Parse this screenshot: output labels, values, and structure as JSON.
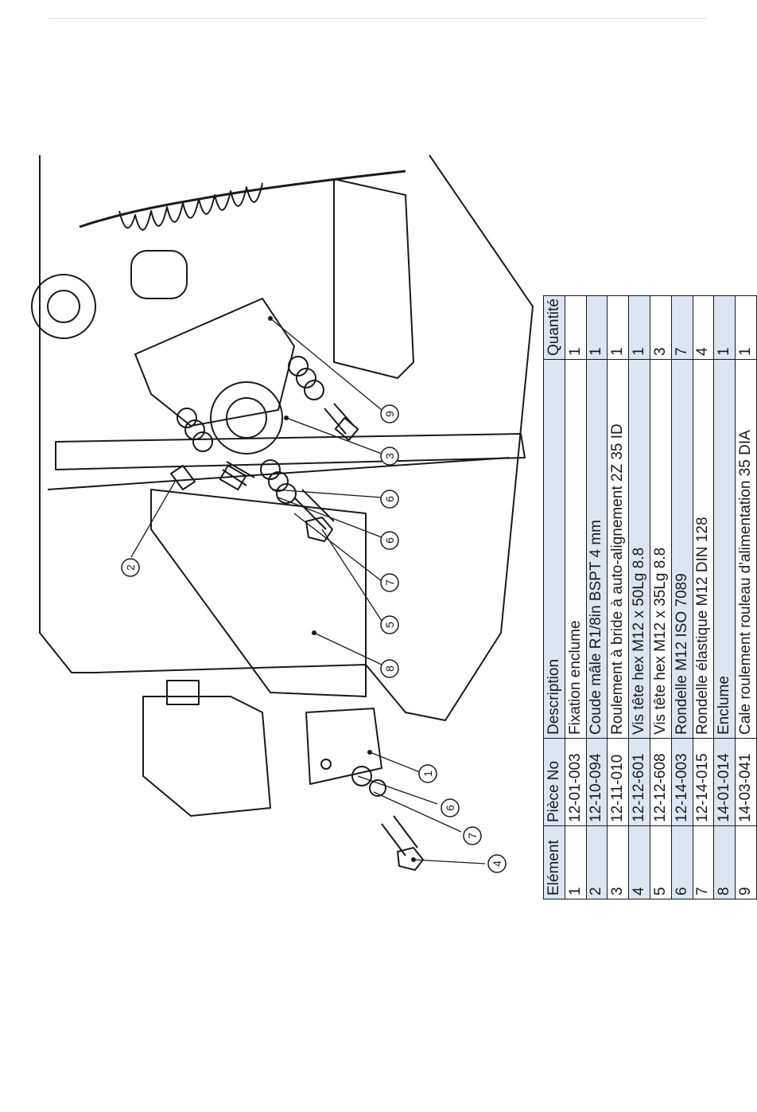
{
  "table": {
    "headers": [
      "Elément",
      "Pièce No",
      "Description",
      "Quantité"
    ],
    "rows": [
      [
        "1",
        "12-01-003",
        "Fixation enclume",
        "1"
      ],
      [
        "2",
        "12-10-094",
        "Coude mâle R1/8in BSPT 4 mm",
        "1"
      ],
      [
        "3",
        "12-11-010",
        "Roulement à bride à auto-alignement 2Z 35 ID",
        "1"
      ],
      [
        "4",
        "12-12-601",
        "Vis tête hex M12 x 50Lg 8.8",
        "1"
      ],
      [
        "5",
        "12-12-608",
        "Vis tête hex M12 x 35Lg 8.8",
        "3"
      ],
      [
        "6",
        "12-14-003",
        "Rondelle M12 ISO 7089",
        "7"
      ],
      [
        "7",
        "12-14-015",
        "Rondelle élastique M12 DIN 128",
        "4"
      ],
      [
        "8",
        "14-01-014",
        "Enclume",
        "1"
      ],
      [
        "9",
        "14-03-041",
        "Cale roulement rouleau d'alimentation 35 DIA",
        "1"
      ]
    ]
  },
  "callouts": {
    "c1": "1",
    "c2": "2",
    "c3": "3",
    "c4": "4",
    "c5": "5",
    "c6a": "6",
    "c6b": "6",
    "c6c": "6",
    "c7a": "7",
    "c7b": "7",
    "c8": "8",
    "c9": "9"
  }
}
